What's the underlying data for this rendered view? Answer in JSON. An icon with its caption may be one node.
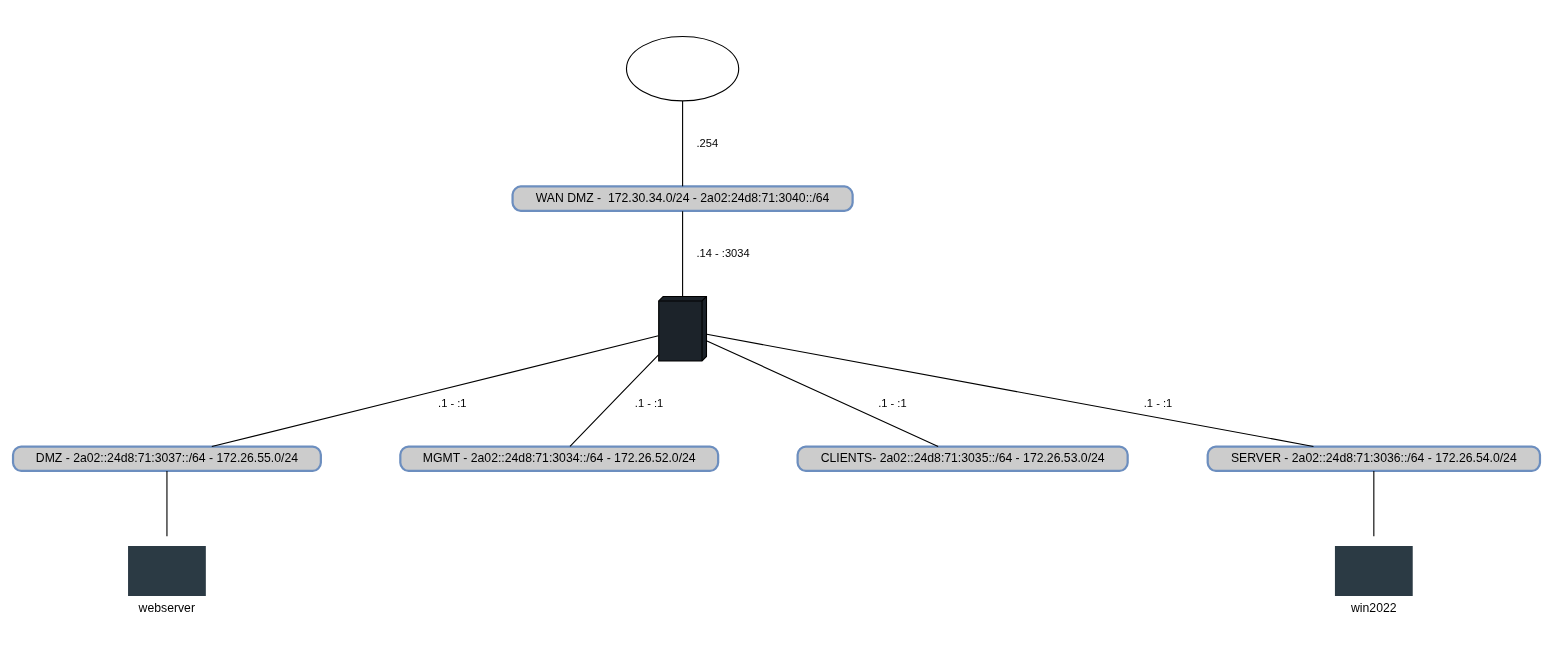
{
  "diagram": {
    "nodes": [
      {
        "text": [],
        "shape": "cloud"
      },
      {
        "text": [
          "WAN DMZ -  172.30.34.0/24 - 2a02:24d8:71:3040::/64"
        ]
      },
      {
        "text": [],
        "shape": "picture"
      },
      {
        "text": [
          "DMZ - 2a02::24d8:71:3037::/64 - 172.26.55.0/24"
        ]
      },
      {
        "text": [
          "MGMT - 2a02::24d8:71:3034::/64 - 172.26.52.0/24"
        ]
      },
      {
        "text": [
          "CLIENTS- 2a02::24d8:71:3035::/64 - 172.26.53.0/24"
        ]
      },
      {
        "text": [
          "SERVER - 2a02::24d8:71:3036::/64 - 172.26.54.0/24"
        ]
      },
      {
        "text": [
          "webserver"
        ]
      },
      {
        "text": [
          "win2022"
        ]
      }
    ],
    "edges": [
      {
        "from": 0,
        "to": 1,
        "arrow": "none",
        "label": ".254"
      },
      {
        "from": 1,
        "to": 2,
        "arrow": "none",
        "label": ".14 - :3034"
      },
      {
        "from": 2,
        "to": 3,
        "arrow": "none",
        "label": ".1 - :1"
      },
      {
        "from": 2,
        "to": 4,
        "arrow": "none",
        "label": ".1 - :1"
      },
      {
        "from": 2,
        "to": 5,
        "arrow": "none",
        "label": ".1 - :1"
      },
      {
        "from": 2,
        "to": 6,
        "arrow": "none",
        "label": ".1 - :1"
      },
      {
        "from": 3,
        "to": 7,
        "arrow": "none"
      },
      {
        "from": 6,
        "to": 8,
        "arrow": "none"
      }
    ]
  }
}
